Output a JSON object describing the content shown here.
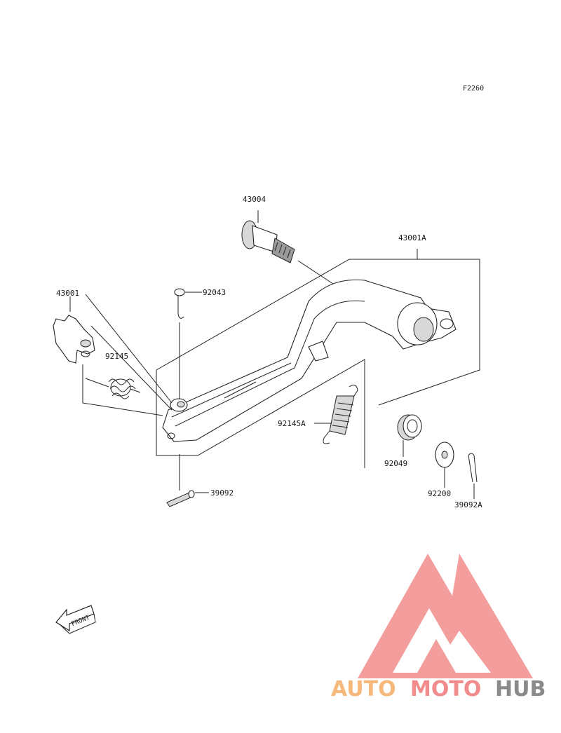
{
  "diagram_code": "F2260",
  "parts": {
    "p43004": "43004",
    "p43001A": "43001A",
    "p43001": "43001",
    "p92043": "92043",
    "p92145": "92145",
    "p92145A": "92145A",
    "p92049": "92049",
    "p92200": "92200",
    "p39092": "39092",
    "p39092A": "39092A"
  },
  "front_label": "FRONT",
  "watermark": {
    "part1": "AUTO",
    "part2": "MOTO",
    "part3": "HUB",
    "color1": "#f7b87c",
    "color2": "#f28c8c",
    "color3": "#8a8a8a"
  }
}
